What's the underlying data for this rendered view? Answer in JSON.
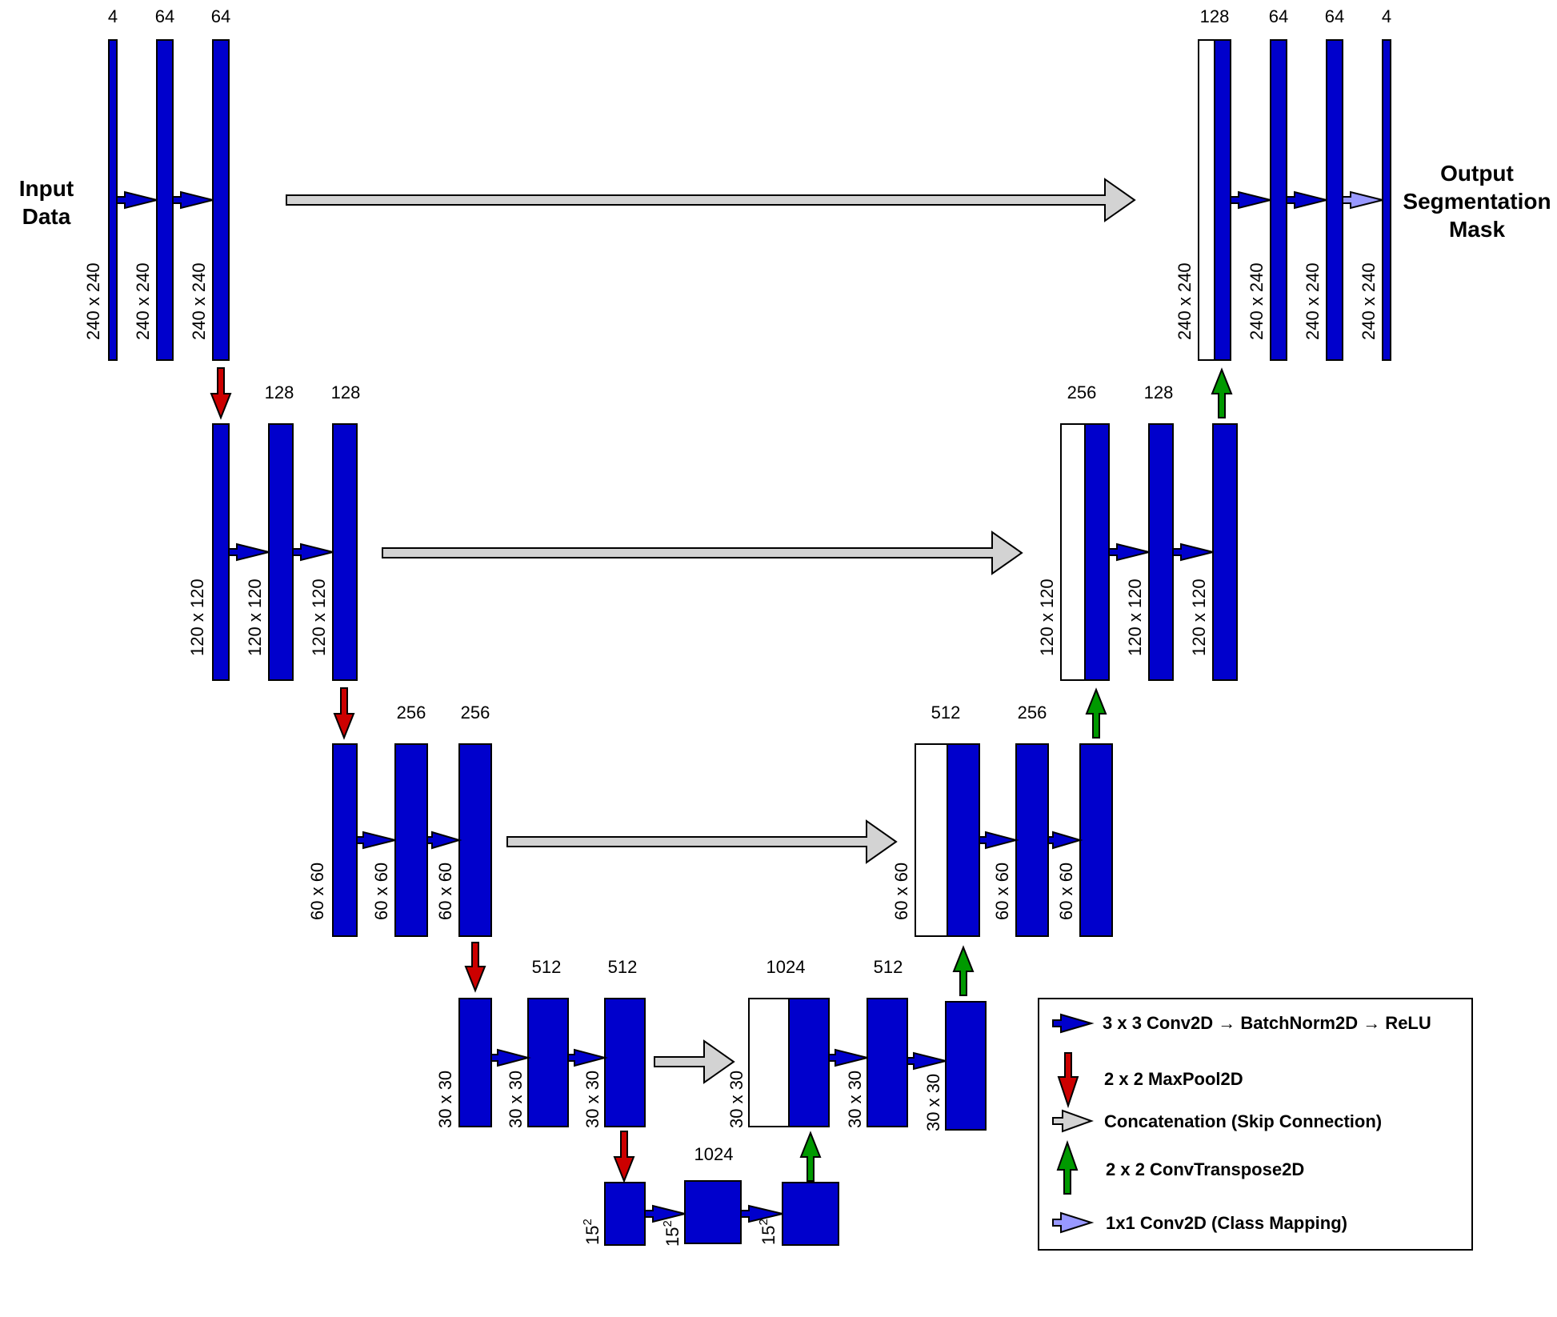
{
  "io": {
    "input": [
      "Input",
      "Data"
    ],
    "output": [
      "Output",
      "Segmentation",
      "Mask"
    ]
  },
  "channels": {
    "e1": [
      "4",
      "64",
      "64"
    ],
    "e2": [
      "128",
      "128"
    ],
    "e3": [
      "256",
      "256"
    ],
    "e4": [
      "512",
      "512"
    ],
    "bottleneck": "1024",
    "d4": [
      "1024",
      "512"
    ],
    "d3": [
      "512",
      "256"
    ],
    "d2": [
      "256",
      "128"
    ],
    "d1": [
      "128",
      "64",
      "64",
      "4"
    ]
  },
  "sizes": {
    "s240": "240 x 240",
    "s120": "120 x 120",
    "s60": "60 x 60",
    "s30": "30 x 30",
    "s15_base": "15",
    "s15_exp": "2"
  },
  "legend": [
    {
      "icon": "conv-arrow-icon",
      "color": "#0000CC",
      "label": "3 x 3 Conv2D → BatchNorm2D → ReLU"
    },
    {
      "icon": "maxpool-arrow-icon",
      "color": "#CC0000",
      "label": "2 x 2 MaxPool2D"
    },
    {
      "icon": "concat-arrow-icon",
      "color": "#D3D3D3",
      "label": "Concatenation (Skip Connection)"
    },
    {
      "icon": "upconv-arrow-icon",
      "color": "#009900",
      "label": "2 x 2 ConvTranspose2D"
    },
    {
      "icon": "class-map-arrow-icon",
      "color": "#9999FF",
      "label": "1x1 Conv2D (Class Mapping)"
    }
  ],
  "colors": {
    "block": "#0000CC",
    "conv_arrow": "#0000CC",
    "pool_arrow": "#CC0000",
    "up_arrow": "#009900",
    "skip_arrow": "#D3D3D3",
    "class_arrow": "#9999FF"
  }
}
